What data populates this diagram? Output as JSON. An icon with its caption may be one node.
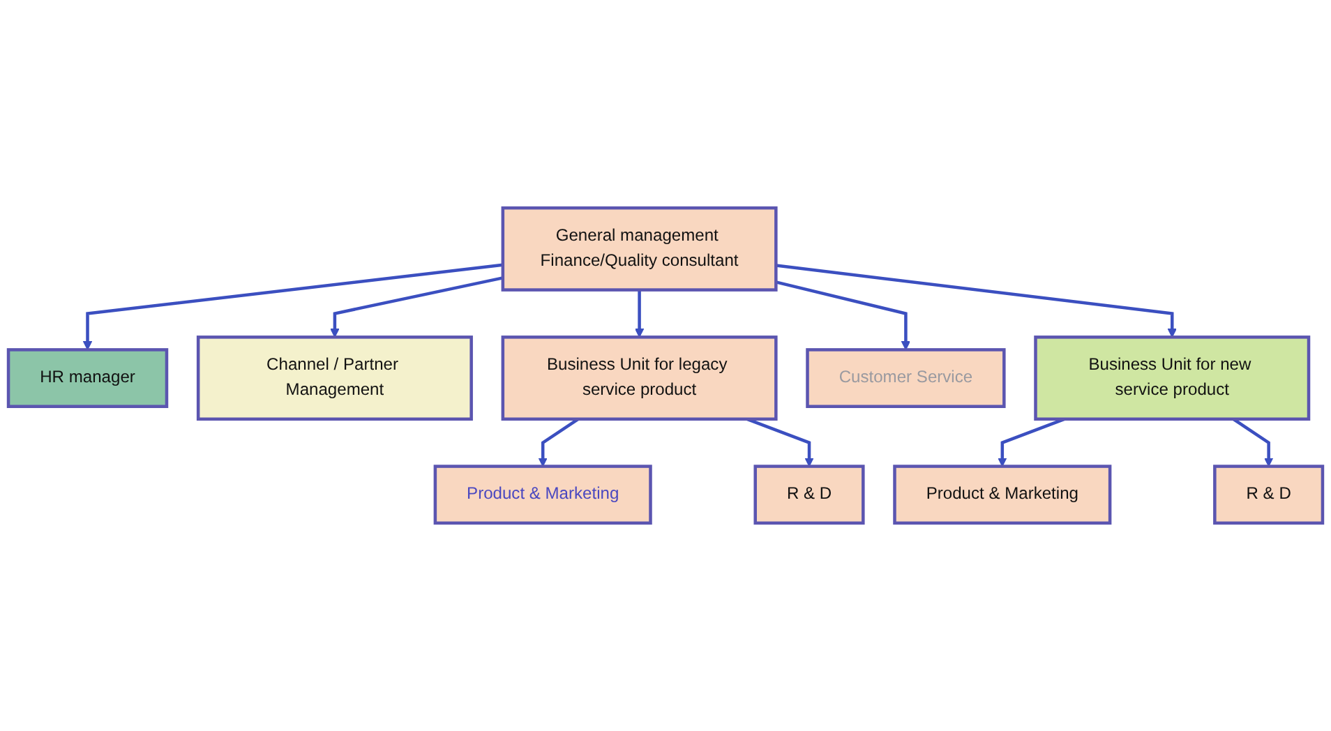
{
  "diagram": {
    "nodes": [
      {
        "text": [
          "General management Finance/Quality consultant"
        ]
      },
      {
        "text": [
          "HR manager"
        ]
      },
      {
        "text": [
          "Channel / Partner Management"
        ]
      },
      {
        "text": [
          "Business Unit for legacy service product"
        ]
      },
      {
        "text": [
          "Customer Service"
        ]
      },
      {
        "text": [
          "Business Unit for new service product"
        ]
      },
      {
        "text": [
          "Product & Marketing"
        ]
      },
      {
        "text": [
          "R & D"
        ]
      },
      {
        "text": [
          "Product & Marketing"
        ]
      },
      {
        "text": [
          "R & D"
        ]
      }
    ],
    "edges": [
      {
        "from": 0,
        "to": 1,
        "arrow": "to"
      },
      {
        "from": 0,
        "to": 2,
        "arrow": "to"
      },
      {
        "from": 0,
        "to": 3,
        "arrow": "to"
      },
      {
        "from": 0,
        "to": 4,
        "arrow": "to"
      },
      {
        "from": 0,
        "to": 5,
        "arrow": "to"
      },
      {
        "from": 3,
        "to": 6,
        "arrow": "to"
      },
      {
        "from": 3,
        "to": 7,
        "arrow": "to"
      },
      {
        "from": 5,
        "to": 8,
        "arrow": "to"
      },
      {
        "from": 5,
        "to": 9,
        "arrow": "to"
      }
    ]
  }
}
